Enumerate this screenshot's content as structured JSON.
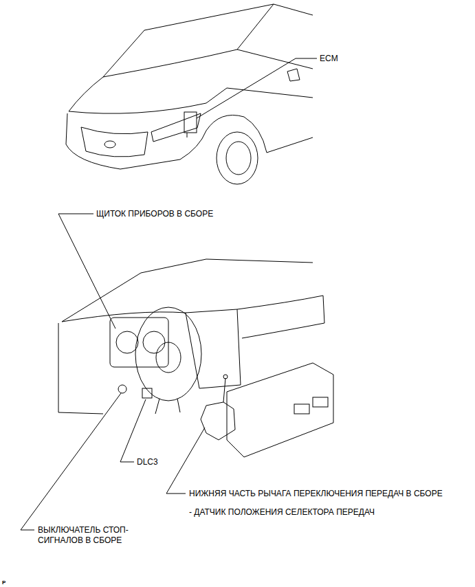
{
  "diagram": {
    "labels": [
      "ECM",
      "ЩИТОК ПРИБОРОВ В СБОРЕ",
      "DLC3",
      "НИЖНЯЯ ЧАСТЬ РЫЧАГА ПЕРЕКЛЮЧЕНИЯ ПЕРЕДАЧ В СБОРЕ",
      "- ДАТЧИК ПОЛОЖЕНИЯ СЕЛЕКТОРА ПЕРЕДАЧ",
      "ВЫКЛЮЧАТЕЛЬ СТОП-СИГНАЛОВ В СБОРЕ",
      "P"
    ]
  }
}
